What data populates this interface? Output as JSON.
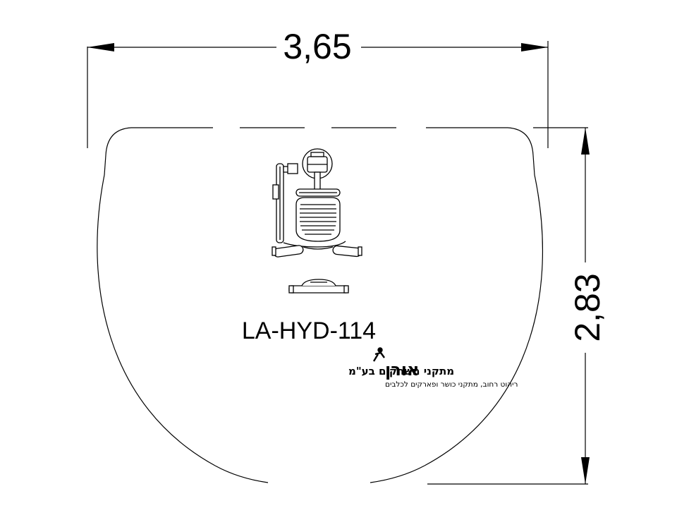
{
  "dimensions": {
    "width_label": "3,65",
    "height_label": "2,83"
  },
  "model": {
    "code": "LA-HYD-114"
  },
  "logo": {
    "brand_mark": "אורן",
    "company_name": "מתקני משחקים בע\"מ",
    "tagline": "ריהוט רחוב, מתקני כושר ופארקים לכלבים"
  }
}
